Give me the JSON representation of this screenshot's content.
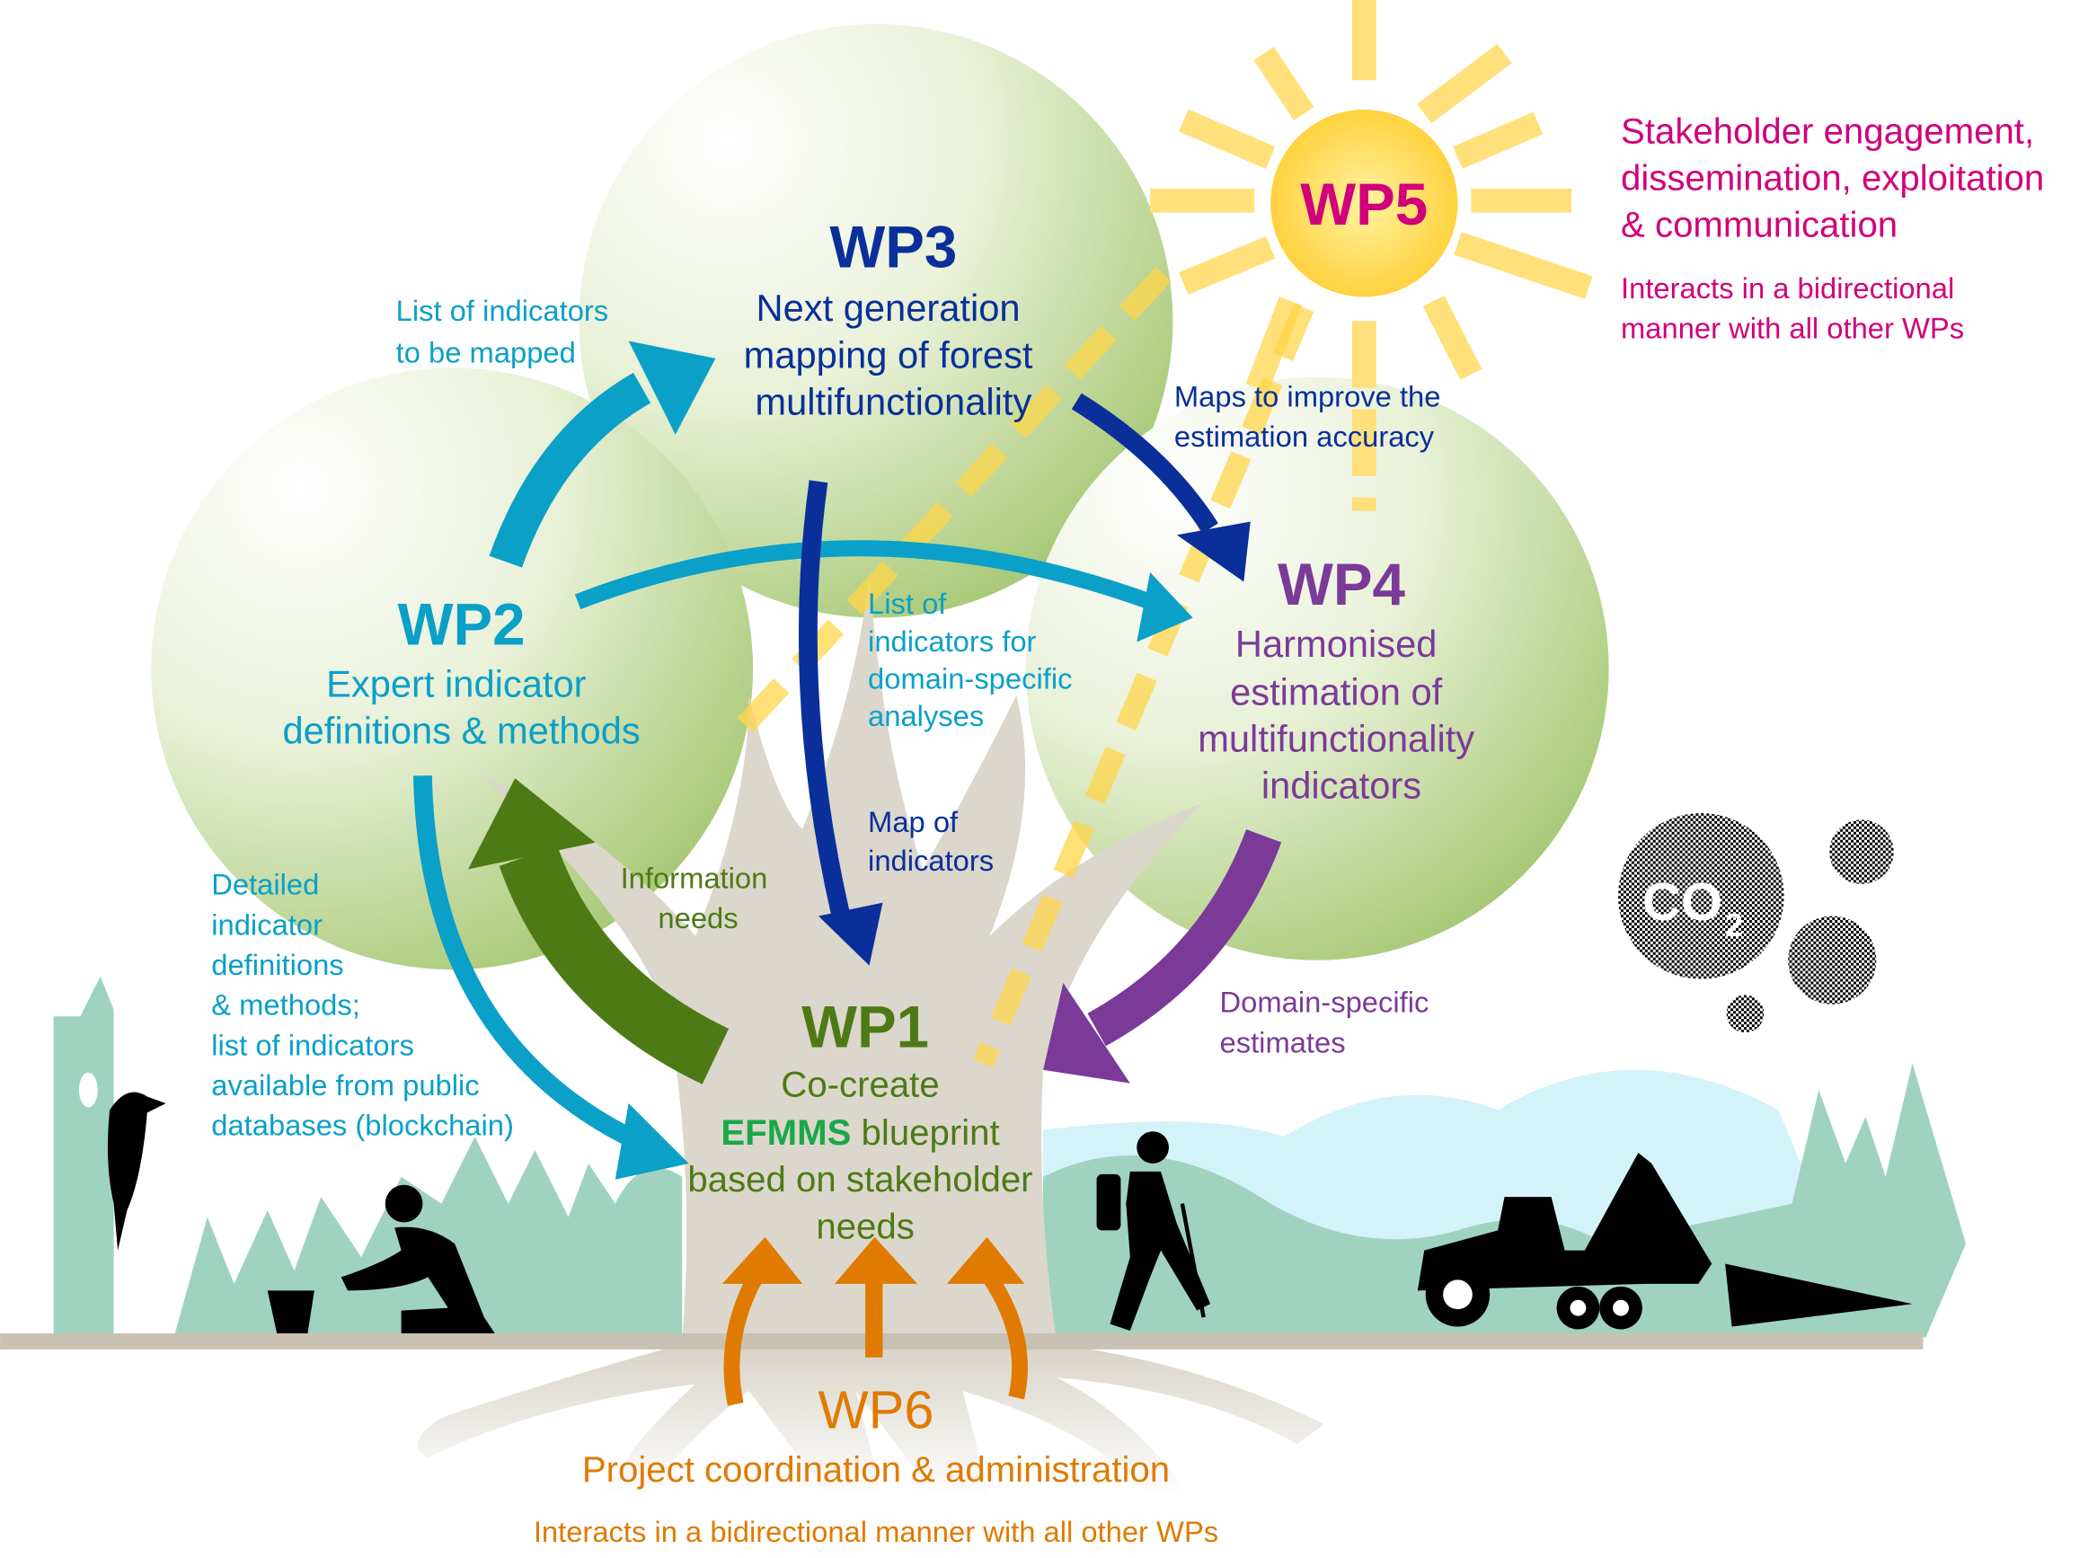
{
  "colors": {
    "wp1": "#4e7a16",
    "wp2": "#0aa0c8",
    "wp3": "#0a2f9a",
    "wp4": "#7b3a97",
    "wp5": "#d1007a",
    "wp6": "#e07a00",
    "efmms": "#1aa84a",
    "sun": "#ffd54a",
    "ground": "#c9c1b2",
    "hills": "#9fd3c0",
    "mountain": "#d4f2fa"
  },
  "wp1": {
    "title": "WP1",
    "line1": "Co-create",
    "efmms": "EFMMS",
    "line2_rest": " blueprint",
    "line3": "based on stakeholder",
    "line4": "needs"
  },
  "wp2": {
    "title": "WP2",
    "line1": "Expert indicator",
    "line2": "definitions & methods"
  },
  "wp3": {
    "title": "WP3",
    "line1": "Next generation",
    "line2": "mapping of forest",
    "line3": "multifunctionality"
  },
  "wp4": {
    "title": "WP4",
    "line1": "Harmonised",
    "line2": "estimation of",
    "line3": "multifunctionality",
    "line4": "indicators"
  },
  "wp5": {
    "title": "WP5",
    "desc1": "Stakeholder engagement,",
    "desc2": "dissemination, exploitation",
    "desc3": "& communication",
    "note1": "Interacts in a bidirectional",
    "note2": "manner with all other WPs"
  },
  "wp6": {
    "title": "WP6",
    "desc": "Project coordination & administration",
    "note": "Interacts in a bidirectional manner with all other WPs"
  },
  "flows": {
    "wp2_to_wp3": [
      "List of indicators",
      "to be mapped"
    ],
    "wp3_to_wp4": [
      "Maps to improve the",
      "estimation accuracy"
    ],
    "wp2_to_wp4": [
      "List of",
      "indicators for",
      "domain-specific",
      "analyses"
    ],
    "wp3_to_wp1": [
      "Map of",
      "indicators"
    ],
    "wp1_to_wp2": [
      "Information",
      "needs"
    ],
    "wp2_to_wp1": [
      "Detailed",
      "indicator",
      "definitions",
      "& methods;",
      "list of indicators",
      "available from public",
      "databases (blockchain)"
    ],
    "wp4_to_wp1": [
      "Domain-specific",
      "estimates"
    ]
  },
  "co2": {
    "label": "CO",
    "sub": "2"
  },
  "icons": [
    "sun-icon",
    "co2-bubbles-icon",
    "woodpecker-icon",
    "planting-person-icon",
    "hiker-icon",
    "forest-harvester-icon",
    "tree-icon"
  ]
}
